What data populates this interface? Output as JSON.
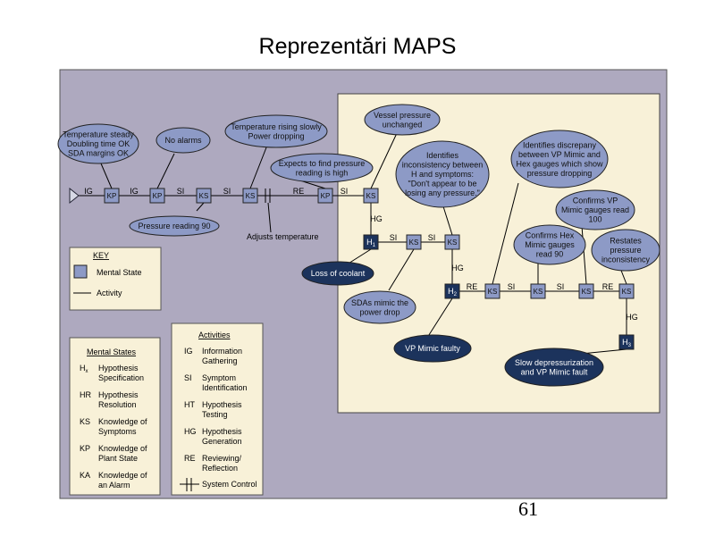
{
  "slide": {
    "title": "Reprezentări MAPS",
    "page_number": "61"
  },
  "colors": {
    "outer_panel": "#aea9bf",
    "inner_panel": "#f8f1d8",
    "node_light": "#8d9ac6",
    "node_dark": "#1c335c",
    "bubble_light": "#8d9ac6",
    "bubble_dark": "#1c335c",
    "line": "#000000"
  },
  "nodes": [
    {
      "label": "KP"
    },
    {
      "label": "KP"
    },
    {
      "label": "KS"
    },
    {
      "label": "KS"
    },
    {
      "label": "KP"
    },
    {
      "label": "KS"
    },
    {
      "label": "H",
      "sub": "1"
    },
    {
      "label": "KS"
    },
    {
      "label": "KS"
    },
    {
      "label": "H",
      "sub": "2"
    },
    {
      "label": "KS"
    },
    {
      "label": "KS"
    },
    {
      "label": "KS"
    },
    {
      "label": "KS"
    },
    {
      "label": "H",
      "sub": "3"
    }
  ],
  "edge_labels": [
    "IG",
    "IG",
    "SI",
    "SI",
    "RE",
    "SI",
    "HG",
    "SI",
    "SI",
    "HG",
    "RE",
    "SI",
    "SI",
    "RE",
    "HG"
  ],
  "annotations": {
    "adjusts_temperature": "Adjusts temperature"
  },
  "bubbles": [
    {
      "lines": [
        "Temperature steady",
        "Doubling time OK",
        "SDA margins OK"
      ]
    },
    {
      "lines": [
        "No alarms"
      ]
    },
    {
      "lines": [
        "Temperature rising slowly",
        "Power dropping"
      ]
    },
    {
      "lines": [
        "Expects to find pressure",
        "reading is high"
      ]
    },
    {
      "lines": [
        "Vessel pressure",
        "unchanged"
      ]
    },
    {
      "lines": [
        "Identifies",
        "inconsistency between",
        "H  and symptoms:",
        "\"Don't appear to be",
        "losing any pressure.\""
      ]
    },
    {
      "lines": [
        "Identifies discrepany",
        "between VP Mimic and",
        "Hex gauges which show",
        "pressure dropping"
      ]
    },
    {
      "lines": [
        "Confirms VP",
        "Mimic gauges read",
        "100"
      ]
    },
    {
      "lines": [
        "Confirms Hex",
        "Mimic gauges",
        "read 90"
      ]
    },
    {
      "lines": [
        "Restates",
        "pressure",
        "inconsistency"
      ]
    },
    {
      "lines": [
        "Pressure reading 90"
      ]
    },
    {
      "lines": [
        "SDAs mimic the",
        "power drop"
      ]
    },
    {
      "lines": [
        "Loss of coolant"
      ]
    },
    {
      "lines": [
        "VP Mimic faulty"
      ]
    },
    {
      "lines": [
        "Slow depressurization",
        "and VP Mimic fault"
      ]
    }
  ],
  "key": {
    "title": "KEY",
    "mental_state": "Mental State",
    "activity": "Activity"
  },
  "mental_states": {
    "title": "Mental States",
    "items": [
      {
        "code": "H",
        "sub": "x",
        "lines": [
          "Hypothesis",
          "Specification"
        ]
      },
      {
        "code": "HR",
        "sub": "",
        "lines": [
          "Hypothesis",
          "Resolution"
        ]
      },
      {
        "code": "KS",
        "sub": "",
        "lines": [
          "Knowledge of",
          "Symptoms"
        ]
      },
      {
        "code": "KP",
        "sub": "",
        "lines": [
          "Knowledge of",
          "Plant State"
        ]
      },
      {
        "code": "KA",
        "sub": "",
        "lines": [
          "Knowledge of",
          "an Alarm"
        ]
      }
    ]
  },
  "activities": {
    "title": "Activities",
    "items": [
      {
        "code": "IG",
        "lines": [
          "Information",
          "Gathering"
        ]
      },
      {
        "code": "SI",
        "lines": [
          "Symptom",
          "Identification"
        ]
      },
      {
        "code": "HT",
        "lines": [
          "Hypothesis",
          "Testing"
        ]
      },
      {
        "code": "HG",
        "lines": [
          "Hypothesis",
          "Generation"
        ]
      },
      {
        "code": "RE",
        "lines": [
          "Reviewing/",
          "Reflection"
        ]
      }
    ],
    "system_control": "System Control"
  }
}
